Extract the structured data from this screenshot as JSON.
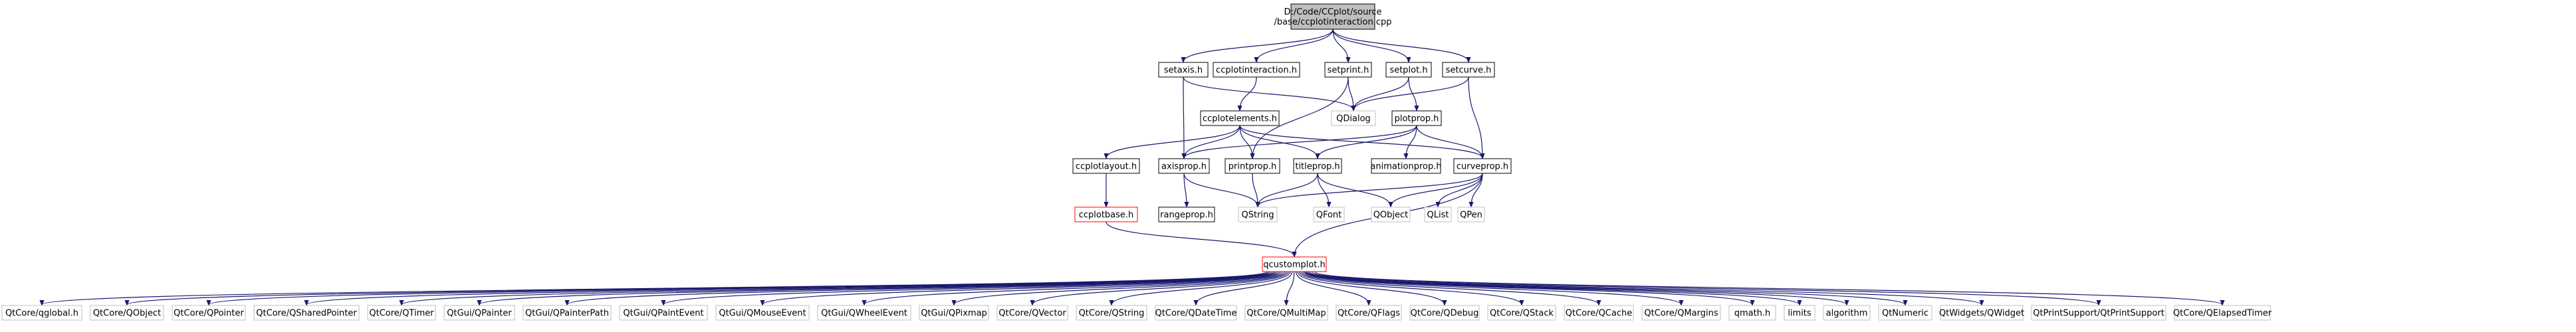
{
  "graph": {
    "colors": {
      "edge": "#191970",
      "box_border": "#000000",
      "system_border": "#bfbfbf",
      "unresolved_border": "#ff0000",
      "root_fill": "#bfbfbf",
      "text": "#000000"
    },
    "nodes": [
      {
        "id": "root",
        "lines": [
          "D:/Code/CCplot/source",
          "/base/ccplotinteraction.cpp"
        ],
        "style": "root"
      },
      {
        "id": "setaxis",
        "lines": [
          "setaxis.h"
        ],
        "style": "box"
      },
      {
        "id": "ccplotinteraction",
        "lines": [
          "ccplotinteraction.h"
        ],
        "style": "box"
      },
      {
        "id": "setprint",
        "lines": [
          "setprint.h"
        ],
        "style": "box"
      },
      {
        "id": "setplot",
        "lines": [
          "setplot.h"
        ],
        "style": "box"
      },
      {
        "id": "setcurve",
        "lines": [
          "setcurve.h"
        ],
        "style": "box"
      },
      {
        "id": "ccplotelements",
        "lines": [
          "ccplotelements.h"
        ],
        "style": "box"
      },
      {
        "id": "qdialog",
        "lines": [
          "QDialog"
        ],
        "style": "system"
      },
      {
        "id": "plotprop",
        "lines": [
          "plotprop.h"
        ],
        "style": "box"
      },
      {
        "id": "ccplotlayout",
        "lines": [
          "ccplotlayout.h"
        ],
        "style": "box"
      },
      {
        "id": "axisprop",
        "lines": [
          "axisprop.h"
        ],
        "style": "box"
      },
      {
        "id": "printprop",
        "lines": [
          "printprop.h"
        ],
        "style": "box"
      },
      {
        "id": "titleprop",
        "lines": [
          "titleprop.h"
        ],
        "style": "box"
      },
      {
        "id": "animationprop",
        "lines": [
          "animationprop.h"
        ],
        "style": "box"
      },
      {
        "id": "curveprop",
        "lines": [
          "curveprop.h"
        ],
        "style": "box"
      },
      {
        "id": "ccplotbase",
        "lines": [
          "ccplotbase.h"
        ],
        "style": "unresolved"
      },
      {
        "id": "rangeprop",
        "lines": [
          "rangeprop.h"
        ],
        "style": "box"
      },
      {
        "id": "qstring",
        "lines": [
          "QString"
        ],
        "style": "system"
      },
      {
        "id": "qfont",
        "lines": [
          "QFont"
        ],
        "style": "system"
      },
      {
        "id": "qobject",
        "lines": [
          "QObject"
        ],
        "style": "system"
      },
      {
        "id": "qlist",
        "lines": [
          "QList"
        ],
        "style": "system"
      },
      {
        "id": "qpen",
        "lines": [
          "QPen"
        ],
        "style": "system"
      },
      {
        "id": "qcustomplot",
        "lines": [
          "qcustomplot.h"
        ],
        "style": "unresolved"
      },
      {
        "id": "b1",
        "lines": [
          "QtCore/qglobal.h"
        ],
        "style": "system"
      },
      {
        "id": "b2",
        "lines": [
          "QtCore/QObject"
        ],
        "style": "system"
      },
      {
        "id": "b3",
        "lines": [
          "QtCore/QPointer"
        ],
        "style": "system"
      },
      {
        "id": "b4",
        "lines": [
          "QtCore/QSharedPointer"
        ],
        "style": "system"
      },
      {
        "id": "b5",
        "lines": [
          "QtCore/QTimer"
        ],
        "style": "system"
      },
      {
        "id": "b6",
        "lines": [
          "QtGui/QPainter"
        ],
        "style": "system"
      },
      {
        "id": "b7",
        "lines": [
          "QtGui/QPainterPath"
        ],
        "style": "system"
      },
      {
        "id": "b8",
        "lines": [
          "QtGui/QPaintEvent"
        ],
        "style": "system"
      },
      {
        "id": "b9",
        "lines": [
          "QtGui/QMouseEvent"
        ],
        "style": "system"
      },
      {
        "id": "b10",
        "lines": [
          "QtGui/QWheelEvent"
        ],
        "style": "system"
      },
      {
        "id": "b11",
        "lines": [
          "QtGui/QPixmap"
        ],
        "style": "system"
      },
      {
        "id": "b12",
        "lines": [
          "QtCore/QVector"
        ],
        "style": "system"
      },
      {
        "id": "b13",
        "lines": [
          "QtCore/QString"
        ],
        "style": "system"
      },
      {
        "id": "b14",
        "lines": [
          "QtCore/QDateTime"
        ],
        "style": "system"
      },
      {
        "id": "b15",
        "lines": [
          "QtCore/QMultiMap"
        ],
        "style": "system"
      },
      {
        "id": "b16",
        "lines": [
          "QtCore/QFlags"
        ],
        "style": "system"
      },
      {
        "id": "b17",
        "lines": [
          "QtCore/QDebug"
        ],
        "style": "system"
      },
      {
        "id": "b18",
        "lines": [
          "QtCore/QStack"
        ],
        "style": "system"
      },
      {
        "id": "b19",
        "lines": [
          "QtCore/QCache"
        ],
        "style": "system"
      },
      {
        "id": "b20",
        "lines": [
          "QtCore/QMargins"
        ],
        "style": "system"
      },
      {
        "id": "b21",
        "lines": [
          "qmath.h"
        ],
        "style": "system"
      },
      {
        "id": "b22",
        "lines": [
          "limits"
        ],
        "style": "system"
      },
      {
        "id": "b23",
        "lines": [
          "algorithm"
        ],
        "style": "system"
      },
      {
        "id": "b24",
        "lines": [
          "QtNumeric"
        ],
        "style": "system"
      },
      {
        "id": "b25",
        "lines": [
          "QtWidgets/QWidget"
        ],
        "style": "system"
      },
      {
        "id": "b26",
        "lines": [
          "QtPrintSupport/QtPrintSupport"
        ],
        "style": "system"
      },
      {
        "id": "b27",
        "lines": [
          "QtCore/QElapsedTimer"
        ],
        "style": "system"
      }
    ],
    "edges": [
      [
        "root",
        "setaxis"
      ],
      [
        "root",
        "ccplotinteraction"
      ],
      [
        "root",
        "setprint"
      ],
      [
        "root",
        "setplot"
      ],
      [
        "root",
        "setcurve"
      ],
      [
        "setaxis",
        "qdialog"
      ],
      [
        "setaxis",
        "axisprop"
      ],
      [
        "ccplotinteraction",
        "ccplotelements"
      ],
      [
        "setprint",
        "qdialog"
      ],
      [
        "setprint",
        "printprop"
      ],
      [
        "setplot",
        "qdialog"
      ],
      [
        "setplot",
        "plotprop"
      ],
      [
        "setcurve",
        "qdialog"
      ],
      [
        "setcurve",
        "curveprop"
      ],
      [
        "ccplotelements",
        "ccplotlayout"
      ],
      [
        "ccplotelements",
        "axisprop"
      ],
      [
        "ccplotelements",
        "printprop"
      ],
      [
        "ccplotelements",
        "titleprop"
      ],
      [
        "ccplotelements",
        "curveprop"
      ],
      [
        "plotprop",
        "axisprop"
      ],
      [
        "plotprop",
        "titleprop"
      ],
      [
        "plotprop",
        "animationprop"
      ],
      [
        "plotprop",
        "curveprop"
      ],
      [
        "ccplotlayout",
        "ccplotbase"
      ],
      [
        "axisprop",
        "rangeprop"
      ],
      [
        "axisprop",
        "qstring"
      ],
      [
        "printprop",
        "qstring"
      ],
      [
        "titleprop",
        "qstring"
      ],
      [
        "titleprop",
        "qfont"
      ],
      [
        "titleprop",
        "qobject"
      ],
      [
        "curveprop",
        "qstring"
      ],
      [
        "curveprop",
        "qobject"
      ],
      [
        "curveprop",
        "qlist"
      ],
      [
        "curveprop",
        "qpen"
      ],
      [
        "curveprop",
        "qcustomplot"
      ],
      [
        "ccplotbase",
        "qcustomplot"
      ],
      [
        "qcustomplot",
        "b1"
      ],
      [
        "qcustomplot",
        "b2"
      ],
      [
        "qcustomplot",
        "b3"
      ],
      [
        "qcustomplot",
        "b4"
      ],
      [
        "qcustomplot",
        "b5"
      ],
      [
        "qcustomplot",
        "b6"
      ],
      [
        "qcustomplot",
        "b7"
      ],
      [
        "qcustomplot",
        "b8"
      ],
      [
        "qcustomplot",
        "b9"
      ],
      [
        "qcustomplot",
        "b10"
      ],
      [
        "qcustomplot",
        "b11"
      ],
      [
        "qcustomplot",
        "b12"
      ],
      [
        "qcustomplot",
        "b13"
      ],
      [
        "qcustomplot",
        "b14"
      ],
      [
        "qcustomplot",
        "b15"
      ],
      [
        "qcustomplot",
        "b16"
      ],
      [
        "qcustomplot",
        "b17"
      ],
      [
        "qcustomplot",
        "b18"
      ],
      [
        "qcustomplot",
        "b19"
      ],
      [
        "qcustomplot",
        "b20"
      ],
      [
        "qcustomplot",
        "b21"
      ],
      [
        "qcustomplot",
        "b22"
      ],
      [
        "qcustomplot",
        "b23"
      ],
      [
        "qcustomplot",
        "b24"
      ],
      [
        "qcustomplot",
        "b25"
      ],
      [
        "qcustomplot",
        "b26"
      ],
      [
        "qcustomplot",
        "b27"
      ]
    ]
  }
}
